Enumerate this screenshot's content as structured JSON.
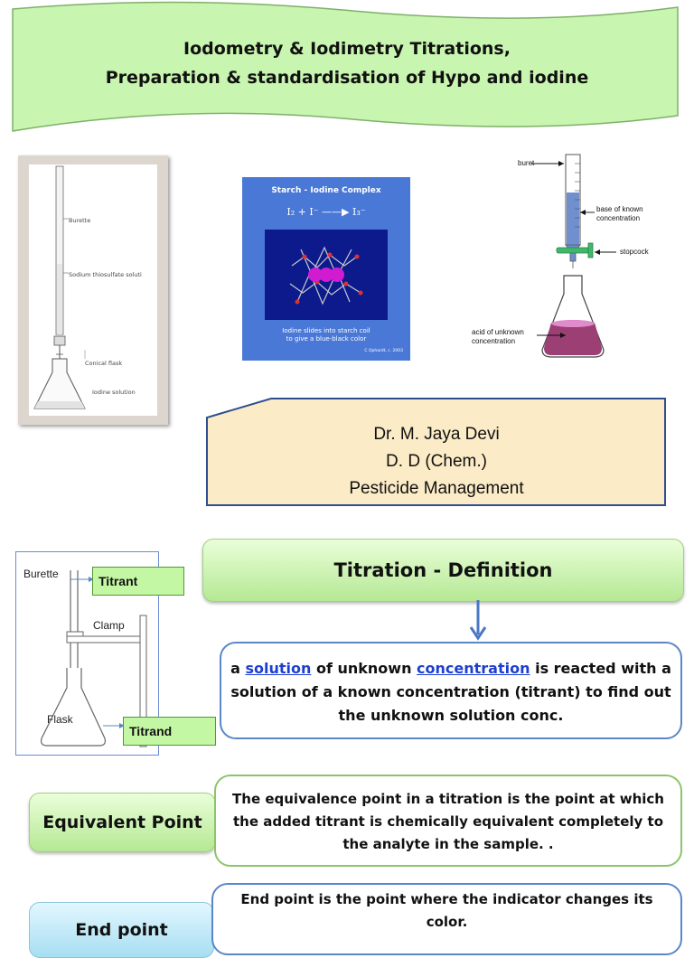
{
  "title": {
    "line1": "Iodometry & Iodimetry Titrations,",
    "line2": "Preparation & standardisation of Hypo and iodine"
  },
  "figure_burette": {
    "labels": [
      "Burette",
      "Sodium thiosulfate soluti",
      "Conical flask",
      "Iodine solution"
    ]
  },
  "figure_starch": {
    "title": "Starch - Iodine Complex",
    "equation": "I₂ + I⁻ ——▶ I₃⁻",
    "caption_line1": "Iodine slides into starch coil",
    "caption_line2": "to give a blue-black color",
    "credit": "C Ophardt, c. 2003"
  },
  "figure_titration": {
    "buret": "buret",
    "base_line1": "base of known",
    "base_line2": "concentration",
    "stopcock": "stopcock",
    "acid_line1": "acid of unknown",
    "acid_line2": "concentration"
  },
  "author": {
    "name": "Dr. M. Jaya Devi",
    "degree": "D. D (Chem.)",
    "dept": "Pesticide Management"
  },
  "figure_setup": {
    "burette": "Burette",
    "titrant": "Titrant",
    "clamp": "Clamp",
    "flask": "Flask",
    "titrand": "Titrand"
  },
  "definition": {
    "heading": "Titration - Definition",
    "a": "a",
    "solution_link": "solution",
    "of_unknown": "of unknown",
    "concentration_link": "concentration",
    "rest": "is reacted with a solution of a known concentration (titrant) to find out the unknown solution conc."
  },
  "equivalent_point": {
    "label": "Equivalent Point",
    "text": "The equivalence point in a titration is the point at which the added titrant is chemically equivalent completely to the analyte in the sample. ."
  },
  "end_point": {
    "label": "End point",
    "text": "End point is the point where the indicator changes its color."
  },
  "colors": {
    "title_banner": "#c8f5b0",
    "banner_border": "#7fb06a",
    "link_blue": "#1d3fd1",
    "box_border_blue": "#5b86c8",
    "box_border_green": "#8cc46a",
    "tag_green": "#c4f7a4",
    "author_box": "#fbebc6",
    "author_border": "#2e4f8f",
    "arrow": "#4a76c4"
  }
}
